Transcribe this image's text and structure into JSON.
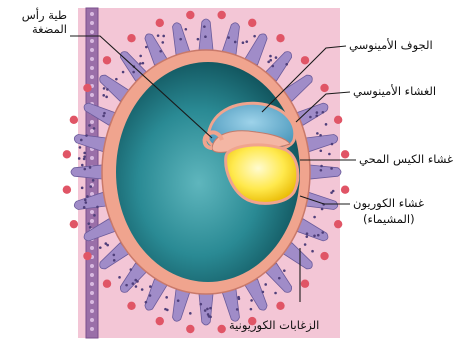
{
  "labels": {
    "head_fold": "طية رأس المضغة",
    "amniotic_cavity": "الجوف الأمينوسي",
    "amnion": "الغشاء الأمينوسي",
    "yolk_sac": "غشاء الكيس المحي",
    "chorion": "غشاء الكوريون",
    "chorion_alt": "(المشيماء)",
    "chorionic_villi": "الزغابات الكوريونية"
  },
  "colors": {
    "tissue_pink": "#f3c6d6",
    "villi_purple": "#9a86c2",
    "chorion_salmon": "#f0a48e",
    "cavity_teal": "#1d6f7a",
    "amnion_blue": "#6db7d6",
    "yolk_yellow": "#ffe74a",
    "leader_line": "#1a1a1a"
  }
}
